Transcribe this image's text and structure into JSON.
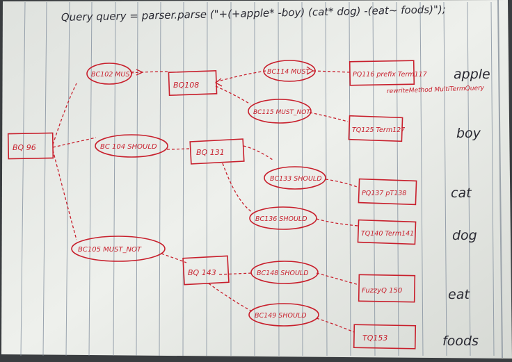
{
  "query_line": "Query query = parser.parse (\"+(+apple* -boy) (cat* dog) -(eat~ foods)\");",
  "nodes": {
    "bq96": "BQ 96",
    "bc102": "BC102 MUST",
    "bc104": "BC 104 SHOULD",
    "bc105": "BC105 MUST_NOT",
    "bq108": "BQ108",
    "bq131": "BQ 131",
    "bq143": "BQ 143",
    "bc114": "BC114 MUST",
    "bc115": "BC115 MUST_NOT",
    "bc133": "BC133 SHOULD",
    "bc136": "BC136 SHOULD",
    "bc148": "BC148 SHOULD",
    "bc149": "BC149 SHOULD",
    "pq116": "PQ116 prefix Term117",
    "tq125": "TQ125 Term127",
    "pq137": "PQ137 pT138",
    "tq140": "TQ140 Term141",
    "fuzzy": "FuzzyQ 150",
    "tq153": "TQ153"
  },
  "annotation": "rewriteMethod MultiTermQuery",
  "words": [
    "apple",
    "boy",
    "cat",
    "dog",
    "eat",
    "foods"
  ],
  "colors": {
    "paper": "#eef0ec",
    "rule_line": "#7d8a9a",
    "red_ink": "#c81f2c",
    "black_ink": "#2a2a33"
  }
}
